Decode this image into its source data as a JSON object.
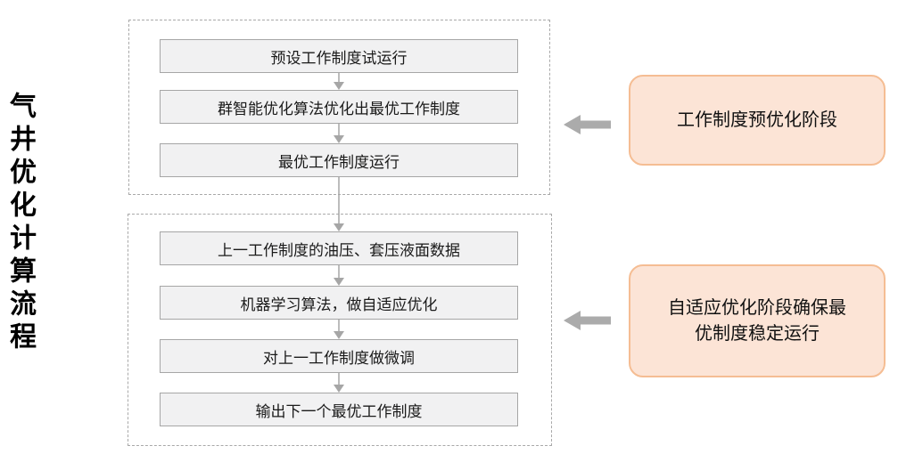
{
  "title": "气井优化计算流程",
  "stage1": {
    "steps": [
      "预设工作制度试运行",
      "群智能优化算法优化出最优工作制度",
      "最优工作制度运行"
    ]
  },
  "stage2": {
    "steps": [
      "上一工作制度的油压、套压液面数据",
      "机器学习算法，做自适应优化",
      "对上一工作制度做微调",
      "输出下一个最优工作制度"
    ]
  },
  "callouts": [
    {
      "lines": [
        "工作制度预优化阶段"
      ]
    },
    {
      "lines": [
        "自适应优化阶段确保最",
        "优制度稳定运行"
      ]
    }
  ],
  "colors": {
    "box_fill": "#f1f1f2",
    "box_border": "#a6a6a6",
    "frame_border": "#a9a9a9",
    "callout_fill": "#fce4d6",
    "callout_border": "#f5bd93",
    "arrow_gray": "#ababab",
    "text": "#1a1a1a"
  }
}
